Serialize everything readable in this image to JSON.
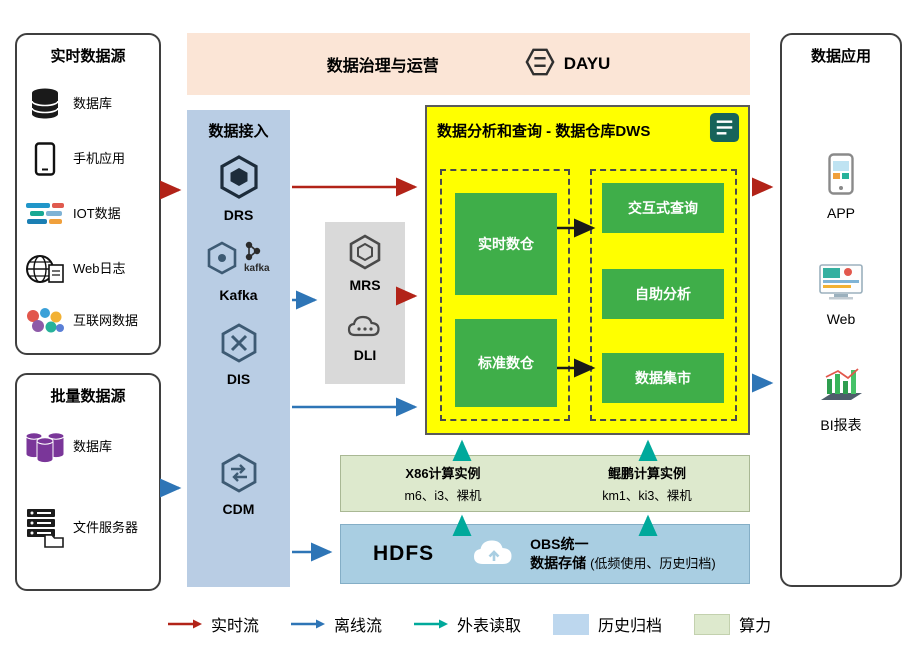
{
  "colors": {
    "realtime_flow": "#b22318",
    "offline_flow": "#2e75b6",
    "external_table_read": "#00a99b",
    "history_archive": "#bdd7ee",
    "compute_power": "#dde9cd",
    "dws_background": "#ffff00",
    "module_green": "#3fae49",
    "ingestion_background": "#b9cde4",
    "governance_background": "#fbe5d6",
    "storage_background": "#a9cee2"
  },
  "realtime_sources": {
    "title": "实时数据源",
    "items": [
      {
        "label": "数据库",
        "icon": "database-icon"
      },
      {
        "label": "手机应用",
        "icon": "mobile-phone-icon"
      },
      {
        "label": "IOT数据",
        "icon": "iot-icon"
      },
      {
        "label": "Web日志",
        "icon": "web-log-icon"
      },
      {
        "label": "互联网数据",
        "icon": "internet-data-icon"
      }
    ]
  },
  "batch_sources": {
    "title": "批量数据源",
    "items": [
      {
        "label": "数据库",
        "icon": "database-purple-icon"
      },
      {
        "label": "文件服务器",
        "icon": "file-server-icon"
      }
    ]
  },
  "governance": {
    "title": "数据治理与运营",
    "brand": "DAYU"
  },
  "ingestion": {
    "title": "数据接入",
    "services": [
      {
        "name": "DRS",
        "icon": "drs-icon"
      },
      {
        "name": "Kafka",
        "icon": "kafka-icon",
        "logo_text": "kafka"
      },
      {
        "name": "DIS",
        "icon": "dis-icon"
      },
      {
        "name": "CDM",
        "icon": "cdm-icon"
      }
    ]
  },
  "processing": {
    "services": [
      {
        "name": "MRS",
        "icon": "mrs-icon"
      },
      {
        "name": "DLI",
        "icon": "dli-icon"
      }
    ]
  },
  "dws": {
    "title": "数据分析和查询 - 数据仓库DWS",
    "warehouses": [
      "实时数仓",
      "标准数仓"
    ],
    "functions": [
      "交互式查询",
      "自助分析",
      "数据集市"
    ]
  },
  "compute": {
    "x86": {
      "title": "X86计算实例",
      "spec": "m6、i3、裸机"
    },
    "kunpeng": {
      "title": "鲲鹏计算实例",
      "spec": "km1、ki3、裸机"
    }
  },
  "storage": {
    "hdfs_label": "HDFS",
    "obs_line1": "OBS统一",
    "obs_line2": "数据存储",
    "obs_note": "(低频使用、历史归档)"
  },
  "applications": {
    "title": "数据应用",
    "items": [
      {
        "label": "APP",
        "icon": "app-icon"
      },
      {
        "label": "Web",
        "icon": "web-browser-icon"
      },
      {
        "label": "BI报表",
        "icon": "bi-report-icon"
      }
    ]
  },
  "legend": {
    "items": [
      {
        "label": "实时流",
        "type": "arrow",
        "color": "#b22318"
      },
      {
        "label": "离线流",
        "type": "arrow",
        "color": "#2e75b6"
      },
      {
        "label": "外表读取",
        "type": "arrow",
        "color": "#00a99b"
      },
      {
        "label": "历史归档",
        "type": "swatch",
        "color": "#bdd7ee"
      },
      {
        "label": "算力",
        "type": "swatch",
        "color": "#dde9cd"
      }
    ]
  }
}
